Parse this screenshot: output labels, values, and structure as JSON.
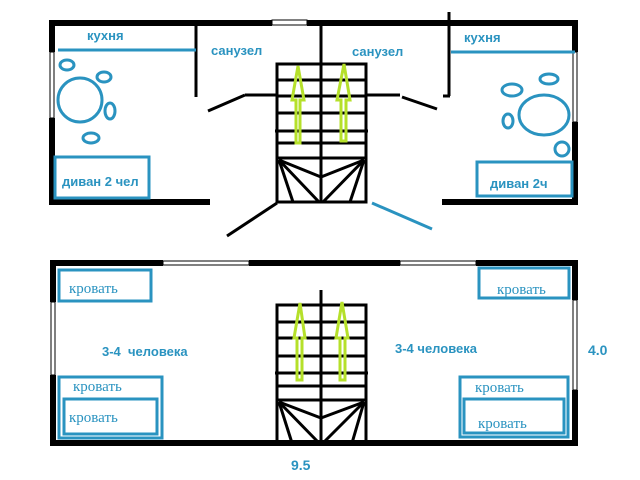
{
  "colors": {
    "wall": "#000000",
    "furniture": "#2a93c0",
    "arrow": "#b5e02a",
    "window": "#000000"
  },
  "upper_floor": {
    "left_unit": {
      "kitchen_label": "кухня",
      "bathroom_label": "санузел",
      "sofa_label": "диван 2 чел"
    },
    "right_unit": {
      "kitchen_label": "кухня",
      "bathroom_label": "санузел",
      "sofa_label": "диван 2ч"
    }
  },
  "lower_floor": {
    "left_unit": {
      "capacity_label": "3-4  человека",
      "beds": [
        "кровать",
        "кровать",
        "кровать"
      ]
    },
    "right_unit": {
      "capacity_label": "3-4 человека",
      "beds": [
        "кровать",
        "кровать",
        "кровать"
      ]
    }
  },
  "dimensions": {
    "width": "9.5",
    "depth": "4.0"
  }
}
